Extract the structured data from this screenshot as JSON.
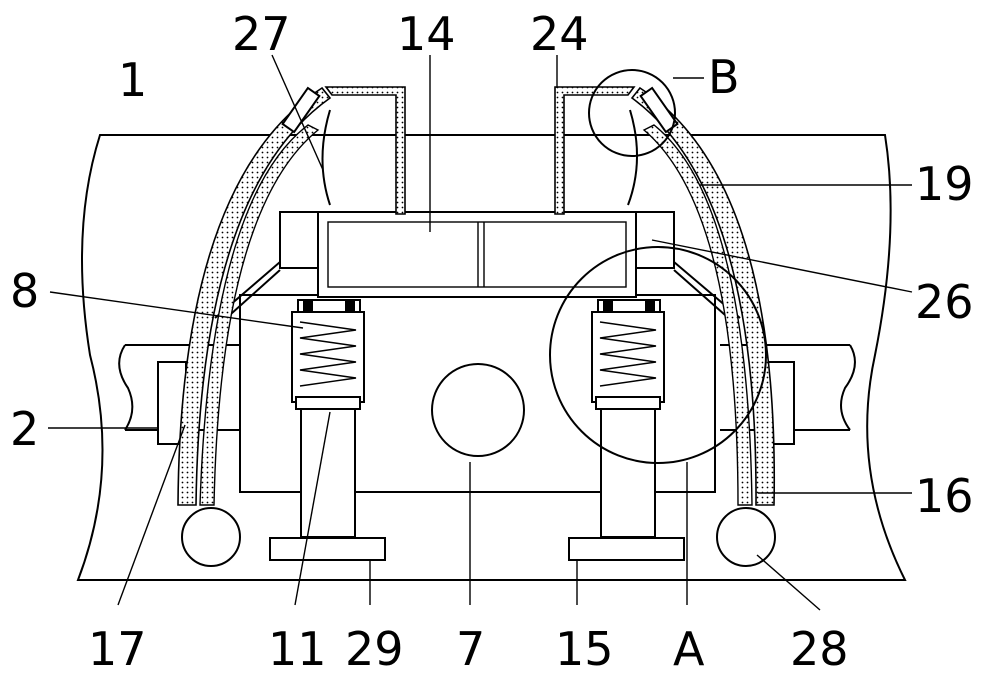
{
  "labels": {
    "l1": "1",
    "l2": "2",
    "l7": "7",
    "l8": "8",
    "l11": "11",
    "l14": "14",
    "l15": "15",
    "l16": "16",
    "l17": "17",
    "l19": "19",
    "l24": "24",
    "l26": "26",
    "l27": "27",
    "l28": "28",
    "l29": "29",
    "lA": "A",
    "lB": "B"
  }
}
